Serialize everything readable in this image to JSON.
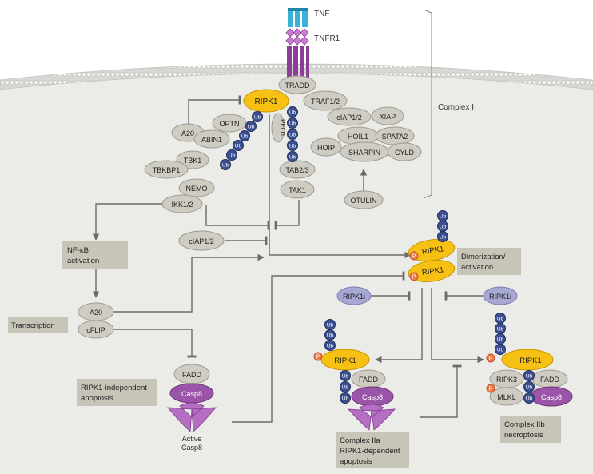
{
  "ligand": {
    "tnf": "TNF",
    "tnfr1": "TNFR1"
  },
  "complex1_label": "Complex I",
  "proteins": {
    "tradd": "TRADD",
    "ripk1_main": "RIPK1",
    "traf12": "TRAF1/2",
    "a20_top": "A20",
    "optn": "OPTN",
    "abin1": "ABIN1",
    "tbk1": "TBK1",
    "tbkbp1": "TBKBP1",
    "nemo": "NEMO",
    "ikk12": "IKK1/2",
    "peli1": "PELI1",
    "tab23": "TAB2/3",
    "tak1": "TAK1",
    "ciap12_top": "cIAP1/2",
    "xiap": "XIAP",
    "hoil1": "HOIL1",
    "spata2": "SPATA2",
    "hoip": "HOIP",
    "sharpin": "SHARPIN",
    "cyld": "CYLD",
    "otulin": "OTULIN",
    "ciap12_mid": "cIAP1/2",
    "a20_bottom": "A20",
    "cflip": "cFLIP",
    "fadd_left": "FADD",
    "casp8_left": "Casp8",
    "ripk1_dimer_a": "RIPK1",
    "ripk1_dimer_b": "RIPK1",
    "ripk1i_left": "RIPK1i",
    "ripk1i_right": "RIPK1i",
    "ripk1_iia": "RIPK1",
    "fadd_iia": "FADD",
    "casp8_iia": "Casp8",
    "ripk1_iib": "RIPK1",
    "ripk3": "RIPK3",
    "fadd_iib": "FADD",
    "mlkl": "MLKL",
    "casp8_iib": "Casp8"
  },
  "ub": "Ub",
  "phospho": "P",
  "boxes": {
    "nfkb": [
      "NF-κB",
      "activation"
    ],
    "transcription": "Transcription",
    "ripk1_independent": [
      "RIPK1-independent",
      "apoptosis"
    ],
    "dimerization": [
      "Dimerization/",
      "activation"
    ],
    "complex_iia": [
      "Complex IIa",
      "RIPK1-dependent",
      "apoptosis"
    ],
    "complex_iib": [
      "Complex IIb",
      "necroptosis"
    ]
  },
  "active_casp8": [
    "Active",
    "Casp8"
  ],
  "colors": {
    "cell": "#e9e9e6",
    "membrane": "#cfcfcb",
    "protein": "#cfcdc3",
    "protein_stroke": "#9c9a92",
    "ripk1": "#f7c113",
    "ub": "#3b4f91",
    "purple": "#9a55a8",
    "ripk1i": "#a7a8d3",
    "phospho": "#f07a4a",
    "box": "#c6c5b8",
    "tnf": "#39b3d8",
    "tnfr1": "#8d3f97",
    "arrow": "#6a6a6a"
  }
}
